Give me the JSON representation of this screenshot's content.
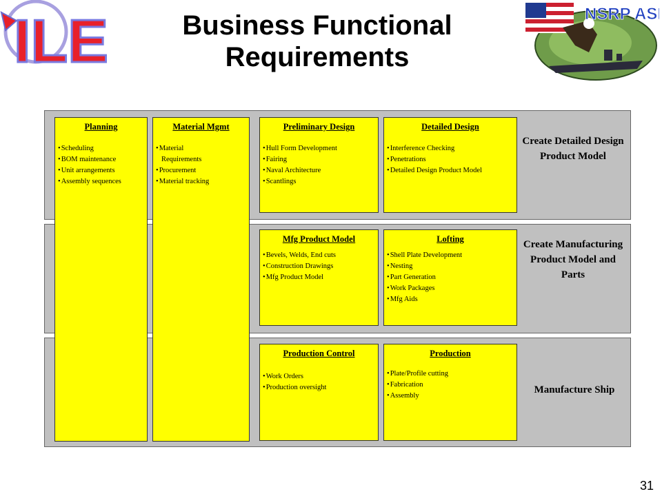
{
  "header": {
    "title_line1": "Business Functional",
    "title_line2": "Requirements",
    "logo_left_text": "ILE",
    "logo_right_text": "NSRP ASE"
  },
  "bands": [
    {
      "label": "Create Detailed Design Product Model"
    },
    {
      "label": "Create Manufacturing Product Model and Parts"
    },
    {
      "label": "Manufacture Ship"
    }
  ],
  "boxes": {
    "planning": {
      "title": "Planning",
      "items": [
        "Scheduling",
        "BOM maintenance",
        "Unit arrangements",
        "Assembly sequences"
      ]
    },
    "material_mgmt": {
      "title": "Material Mgmt",
      "items": [
        "Material",
        "Requirements",
        "Procurement",
        "Material tracking"
      ]
    },
    "preliminary_design": {
      "title": "Preliminary Design",
      "items": [
        "Hull Form Development",
        "Fairing",
        "Naval Architecture",
        "Scantlings"
      ]
    },
    "detailed_design": {
      "title": "Detailed Design",
      "items": [
        "Interference Checking",
        "Penetrations",
        "Detailed Design Product Model"
      ]
    },
    "mfg_product_model": {
      "title": "Mfg Product Model",
      "items": [
        "Bevels, Welds, End cuts",
        "Construction Drawings",
        "Mfg Product Model"
      ]
    },
    "lofting": {
      "title": "Lofting",
      "items": [
        "Shell Plate Development",
        "Nesting",
        "Part Generation",
        "Work Packages",
        "Mfg Aids"
      ]
    },
    "production_control": {
      "title": "Production Control",
      "items": [
        "Work Orders",
        "Production oversight"
      ]
    },
    "production": {
      "title": "Production",
      "items": [
        "Plate/Profile cutting",
        "Fabrication",
        "Assembly"
      ]
    }
  },
  "slide_number": "31",
  "colors": {
    "box_fill": "#ffff00",
    "band_fill": "#c0c0c0",
    "logo_red": "#e8202a",
    "logo_outline": "#a8a0e0"
  }
}
